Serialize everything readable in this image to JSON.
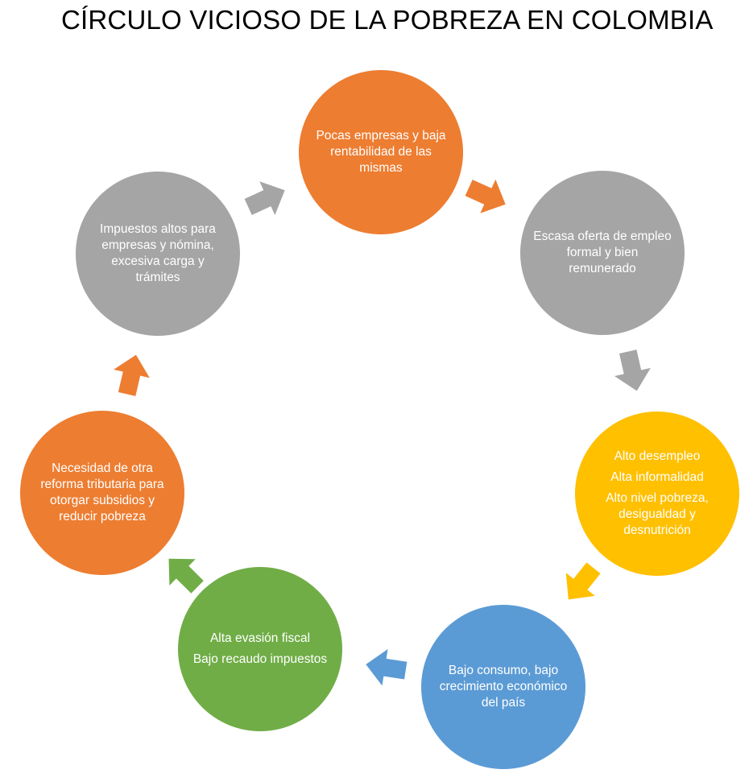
{
  "title": "CÍRCULO VICIOSO DE LA POBREZA EN COLOMBIA",
  "colors": {
    "orange": "#ED7D31",
    "gray": "#A5A5A5",
    "yellow": "#FFC000",
    "blue": "#5B9BD5",
    "green": "#70AD47"
  },
  "nodes": [
    {
      "paragraphs": [
        "Pocas empresas y baja rentabilidad de las mismas"
      ],
      "color": "#ED7D31"
    },
    {
      "paragraphs": [
        "Escasa oferta de empleo formal y bien remunerado"
      ],
      "color": "#A5A5A5"
    },
    {
      "paragraphs": [
        "Alto desempleo",
        "Alta informalidad",
        "Alto nivel pobreza, desigualdad y desnutrición"
      ],
      "color": "#FFC000"
    },
    {
      "paragraphs": [
        "Bajo consumo, bajo crecimiento económico del país"
      ],
      "color": "#5B9BD5"
    },
    {
      "paragraphs": [
        "Alta evasión fiscal",
        "Bajo recaudo impuestos"
      ],
      "color": "#70AD47"
    },
    {
      "paragraphs": [
        "Necesidad de otra reforma tributaria para otorgar subsidios y reducir pobreza"
      ],
      "color": "#ED7D31"
    },
    {
      "paragraphs": [
        "Impuestos altos para empresas y nómina, excesiva carga y trámites"
      ],
      "color": "#A5A5A5"
    }
  ],
  "arrows": [
    {
      "color": "#ED7D31",
      "from": 0,
      "to": 1
    },
    {
      "color": "#A5A5A5",
      "from": 1,
      "to": 2
    },
    {
      "color": "#FFC000",
      "from": 2,
      "to": 3
    },
    {
      "color": "#5B9BD5",
      "from": 3,
      "to": 4
    },
    {
      "color": "#70AD47",
      "from": 4,
      "to": 5
    },
    {
      "color": "#ED7D31",
      "from": 5,
      "to": 6
    },
    {
      "color": "#A5A5A5",
      "from": 6,
      "to": 0
    }
  ]
}
